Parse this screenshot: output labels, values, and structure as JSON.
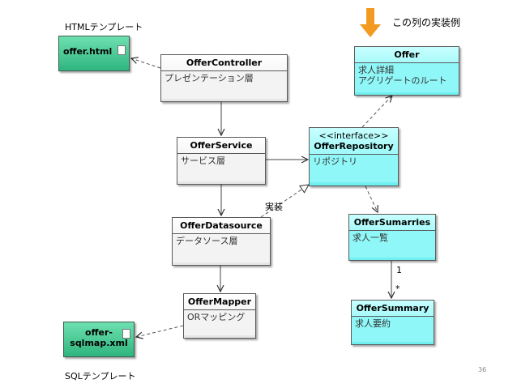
{
  "slide": {
    "page_number": "36"
  },
  "annotations": {
    "html_template": "HTMLテンプレート",
    "sql_template": "SQLテンプレート",
    "column_example": "この列の実装例",
    "implements": "実装",
    "mult_one": "1",
    "mult_many": "*"
  },
  "files": {
    "offer_html": "offer.html",
    "offer_sqlmap_line1": "offer-",
    "offer_sqlmap_line2": "sqlmap.xml"
  },
  "classes": {
    "offer_controller": {
      "name": "OfferController",
      "desc": "プレゼンテーション層"
    },
    "offer_service": {
      "name": "OfferService",
      "desc": "サービス層"
    },
    "offer_datasource": {
      "name": "OfferDatasource",
      "desc": "データソース層"
    },
    "offer_mapper": {
      "name": "OfferMapper",
      "desc": "ORマッピング"
    },
    "offer": {
      "name": "Offer",
      "desc1": "求人詳細",
      "desc2": "アグリゲートのルート"
    },
    "offer_repository": {
      "stereotype": "<<interface>>",
      "name": "OfferRepository",
      "desc": "リポジトリ"
    },
    "offer_sumarries": {
      "name": "OfferSumarries",
      "desc": "求人一覧"
    },
    "offer_summary": {
      "name": "OfferSummary",
      "desc": "求人要約"
    }
  },
  "colors": {
    "class_gray": "#f3f3f3",
    "class_cyan": "#8ff7f7",
    "file_green": "#2fb57f",
    "arrow_orange": "#f29a21"
  }
}
